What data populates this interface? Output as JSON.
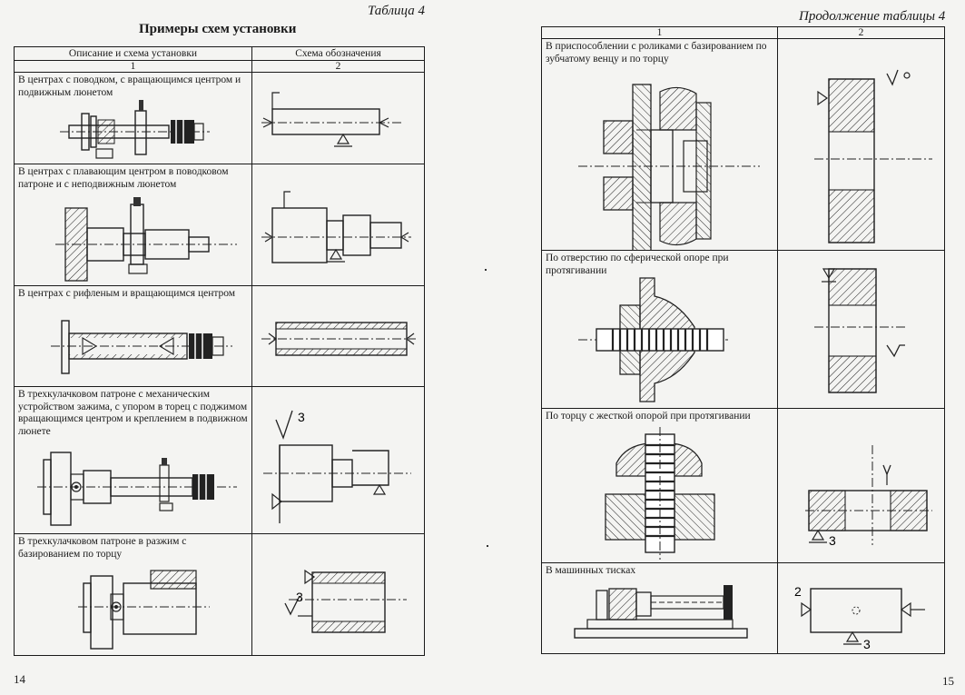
{
  "left_page": {
    "table_label": "Таблица 4",
    "title": "Примеры схем установки",
    "col_headers": [
      "Описание и схема установки",
      "Схема обозначения"
    ],
    "col_numbers": [
      "1",
      "2"
    ],
    "rows": [
      {
        "description": "В центрах с поводком, с вращающимся центром и подвижным люнетом"
      },
      {
        "description": "В центрах с плавающим центром в поводковом патроне и с неподвижным люнетом"
      },
      {
        "description": "В центрах с рифленым и вращающимся центром"
      },
      {
        "description": "В трехкулачковом патроне с механическим устройством зажима, с упором в торец с поджимом вращающимся центром и креплением в подвижном люнете",
        "mark": "3"
      },
      {
        "description": "В трехкулачковом патроне в разжим с базированием по торцу",
        "mark": "3"
      }
    ],
    "page_number": "14"
  },
  "right_page": {
    "table_label": "Продолжение таблицы 4",
    "col_numbers": [
      "1",
      "2"
    ],
    "rows": [
      {
        "description": "В приспособлении с роликами с базированием по зубчатому венцу и по торцу"
      },
      {
        "description": "По отверстию по сферической опоре при протягивании"
      },
      {
        "description": "По торцу с жесткой опорой при протягивании",
        "mark": "3"
      },
      {
        "description": "В машинных тисках",
        "marks": [
          "2",
          "3"
        ]
      }
    ],
    "page_number": "15"
  }
}
